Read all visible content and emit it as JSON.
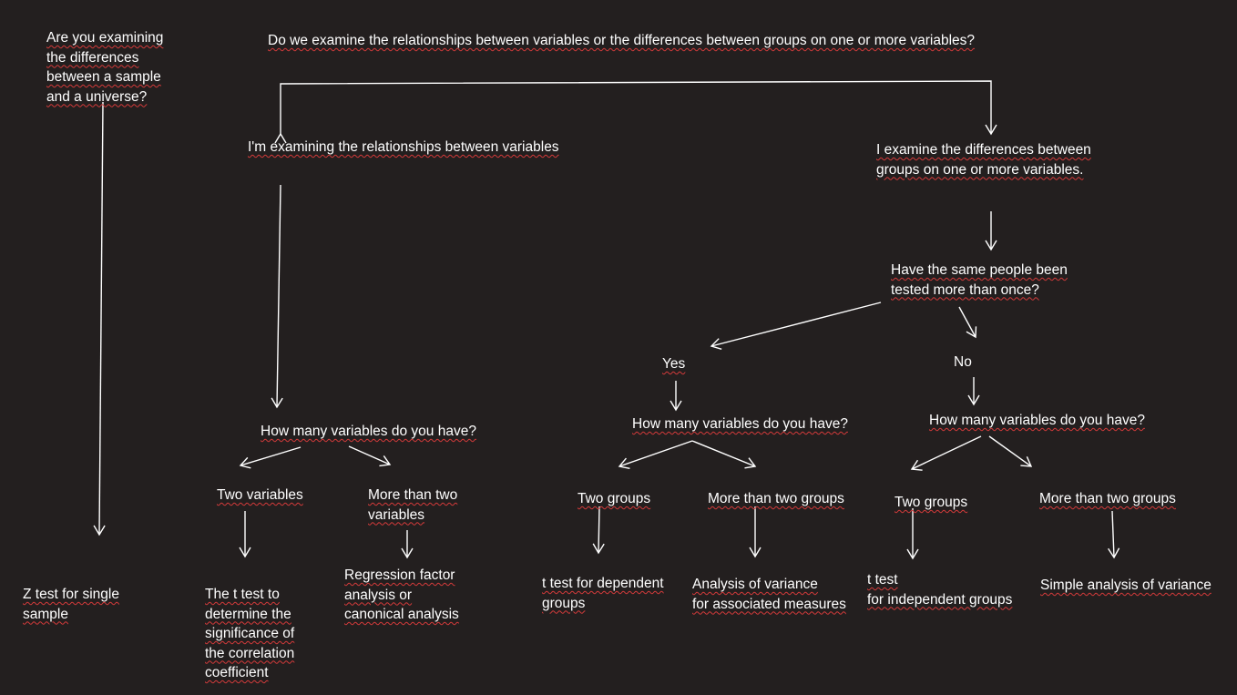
{
  "colors": {
    "background": "#231f1f",
    "text": "#ffffff",
    "connector": "#ffffff",
    "spellcheck_underline": "#d43a3a"
  },
  "nodes": {
    "root_question": "Do we examine the relationships between variables or the differences between groups on one or more variables?",
    "sample_universe_question": "Are you examining\nthe differences\nbetween a sample\nand a universe?",
    "z_test": "Z test for single\nsample",
    "relationships_branch": "I'm examining the relationships between variables",
    "differences_branch": "I examine the differences between\ngroups on one or more variables.",
    "same_people_question": "Have the same people been\ntested more than once?",
    "yes": "Yes",
    "no": "No",
    "rel_how_many": "How many variables do you have?",
    "yes_how_many": "How many variables do you have?",
    "no_how_many": "How many variables do you have?",
    "two_variables": "Two variables",
    "more_than_two_variables": "More than two\nvariables",
    "yes_two_groups": "Two groups",
    "yes_more_than_two_groups": "More than two groups",
    "no_two_groups": "Two groups",
    "no_more_than_two_groups": "More than two groups",
    "t_test_correlation": "The t test to\ndetermine the\nsignificance of\nthe correlation\ncoefficient",
    "regression": "Regression factor\nanalysis or\ncanonical analysis",
    "t_test_dependent": "t test for dependent\n  groups",
    "anova_associated": "Analysis of variance\nfor associated measures",
    "t_test_independent": "t test\nfor independent groups",
    "simple_anova": "Simple analysis of variance"
  }
}
